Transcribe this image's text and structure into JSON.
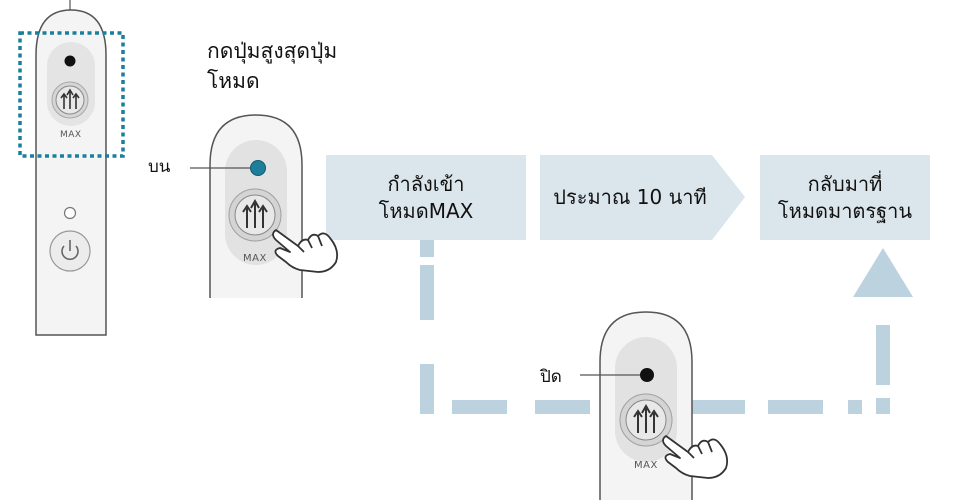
{
  "instruction": {
    "line1": "กดปุ่มสูงสุดปุ่ม",
    "line2": "โหมด"
  },
  "labels": {
    "on": "บน",
    "off": "ปิด"
  },
  "button_text": "MAX",
  "flow": {
    "step1": {
      "line1": "กำลังเข้า",
      "line2": "โหมดMAX"
    },
    "step2": {
      "line1": "ประมาณ 10 นาที"
    },
    "step3": {
      "line1": "กลับมาที่",
      "line2": "โหมดมาตรฐาน"
    }
  },
  "colors": {
    "flow_fill": "#dbe6ec",
    "dash": "#bcd2de",
    "indicator_on": "#1f7f9a",
    "indicator_off": "#111111",
    "highlight_box": "#1a7f9c"
  },
  "icons": [
    "max-arrows-icon",
    "power-icon",
    "pointing-hand-icon"
  ]
}
